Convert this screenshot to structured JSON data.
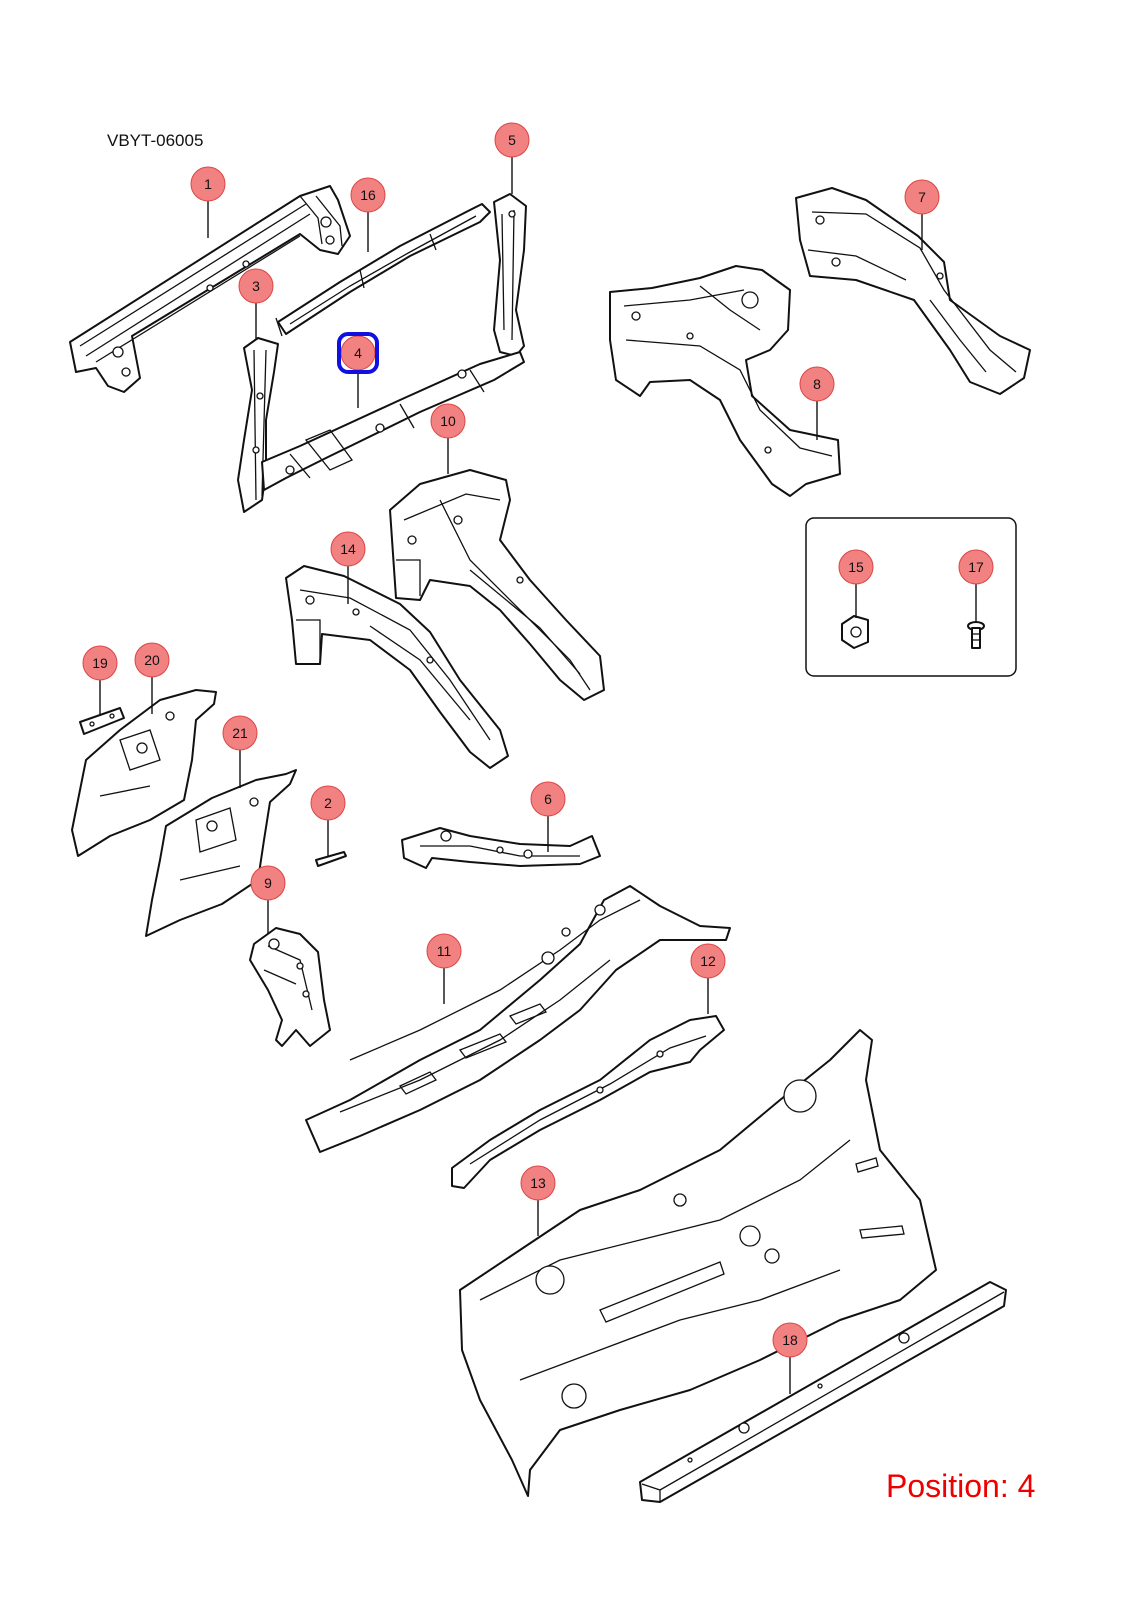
{
  "diagram": {
    "reference_code": "VBYT-06005",
    "position_label": "Position: 4",
    "selected_callout": "4",
    "colors": {
      "callout_fill": "#f28282",
      "highlight": "#1010e0",
      "position_text": "#ee0000"
    },
    "callouts": [
      "1",
      "2",
      "3",
      "4",
      "5",
      "6",
      "7",
      "8",
      "9",
      "10",
      "11",
      "12",
      "13",
      "14",
      "15",
      "16",
      "17",
      "18",
      "19",
      "20",
      "21"
    ],
    "hardware_box_callouts": [
      "15",
      "17"
    ]
  }
}
